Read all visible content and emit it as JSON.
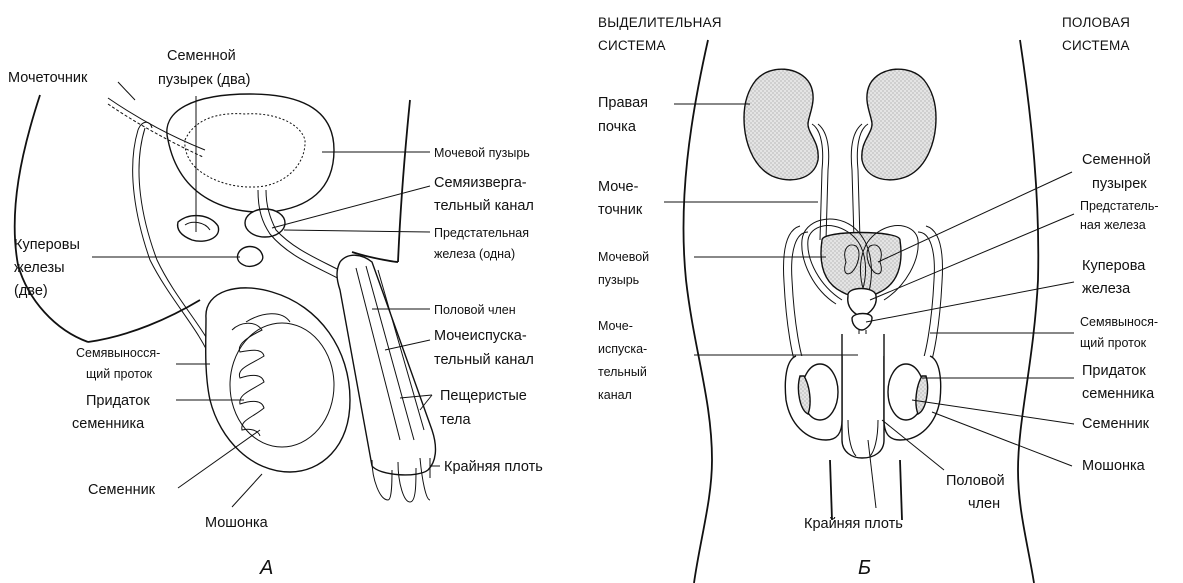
{
  "panels": {
    "a": {
      "letter": "А",
      "labels": {
        "ureter": "Мочеточник",
        "seminal_vesicle_1": "Семенной",
        "seminal_vesicle_2": "пузырек (два)",
        "bladder": "Мочевой пузырь",
        "ejaculatory_1": "Семяизверга-",
        "ejaculatory_2": "тельный канал",
        "prostate_1": "Предстательная",
        "prostate_2": "железа (одна)",
        "cowper_1": "Куперовы",
        "cowper_2": "железы",
        "cowper_3": "(две)",
        "penis": "Половой член",
        "urethra_1": "Мочеиспуска-",
        "urethra_2": "тельный канал",
        "vas_1": "Семявыносся-",
        "vas_2": "щий проток",
        "epididymis_1": "Придаток",
        "epididymis_2": "семенника",
        "cavernous_1": "Пещеристые",
        "cavernous_2": "тела",
        "testis": "Семенник",
        "scrotum": "Мошонка",
        "foreskin": "Крайняя плоть"
      }
    },
    "b": {
      "letter": "Б",
      "labels": {
        "excretory_1": "ВЫДЕЛИТЕЛЬНАЯ",
        "excretory_2": "СИСТЕМА",
        "reproductive_1": "ПОЛОВАЯ",
        "reproductive_2": "СИСТЕМА",
        "kidney_1": "Правая",
        "kidney_2": "почка",
        "ureter_1": "Моче-",
        "ureter_2": "точник",
        "bladder_1": "Мочевой",
        "bladder_2": "пузырь",
        "urethra_1": "Моче-",
        "urethra_2": "испуска-",
        "urethra_3": "тельный",
        "urethra_4": "канал",
        "seminal_1": "Семенной",
        "seminal_2": "пузырек",
        "prostate_1": "Предстатель-",
        "prostate_2": "ная железа",
        "cowper_1": "Куперова",
        "cowper_2": "железа",
        "vas_1": "Семявынося-",
        "vas_2": "щий проток",
        "epididymis_1": "Придаток",
        "epididymis_2": "семенника",
        "testis": "Семенник",
        "scrotum": "Мошонка",
        "penis_1": "Половой",
        "penis_2": "член",
        "foreskin": "Крайняя плоть"
      }
    }
  }
}
